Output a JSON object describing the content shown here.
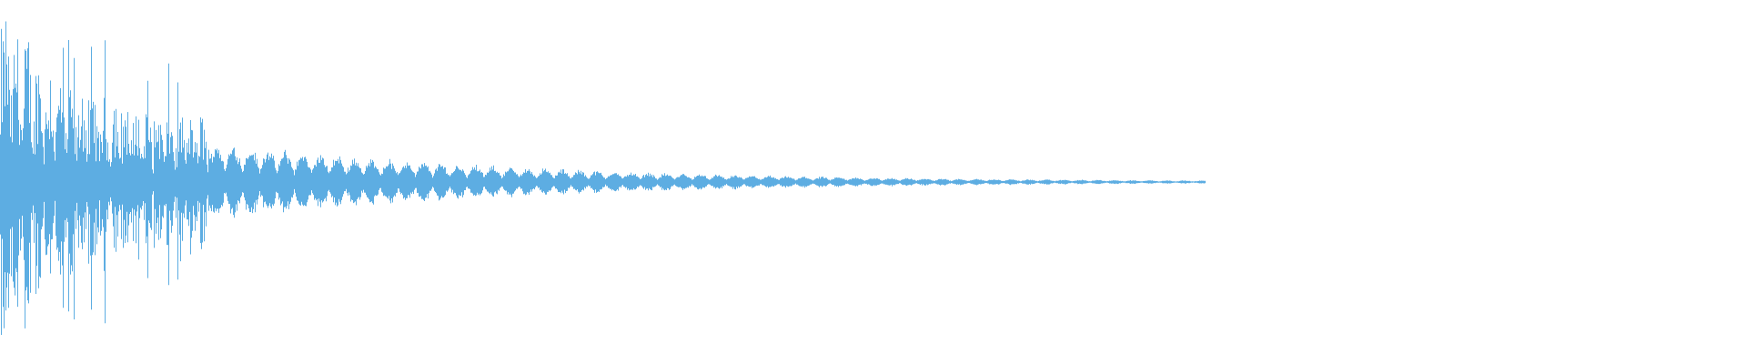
{
  "waveform": {
    "color": "#5DADE2",
    "background": "#ffffff",
    "description_kind": "decaying audio waveform",
    "peak_amplitude": 0.8,
    "decay_shape": "exponential",
    "visible_extent_fraction": 0.69
  }
}
